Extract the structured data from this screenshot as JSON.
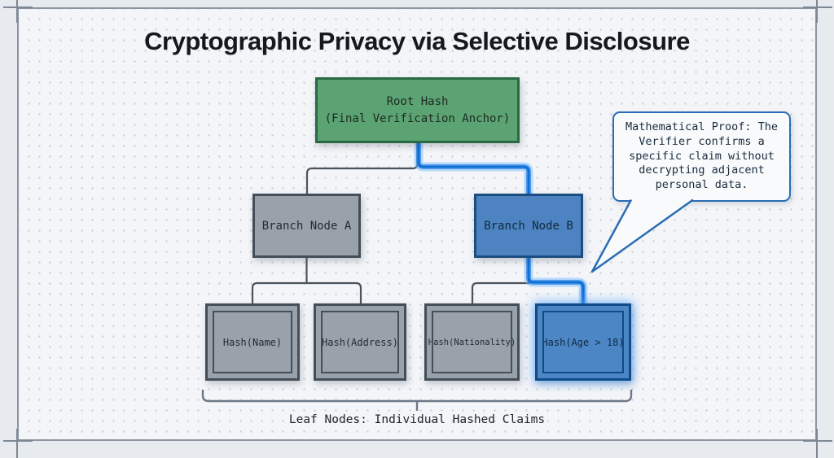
{
  "title": "Cryptographic Privacy via Selective Disclosure",
  "tree": {
    "root": {
      "line1": "Root Hash",
      "line2": "(Final Verification Anchor)"
    },
    "branch_a": "Branch Node A",
    "branch_b": "Branch Node B",
    "leaves": [
      "Hash(Name)",
      "Hash(Address)",
      "Hash(Nationality)",
      "Hash(Age > 18)"
    ]
  },
  "callout": "Mathematical Proof: The Verifier confirms a specific claim without decrypting adjacent personal data.",
  "bracket_label": "Leaf Nodes: Individual Hashed Claims",
  "colors": {
    "root_fill": "#5CA374",
    "root_border": "#2A6A42",
    "neutral_fill": "#99A1AB",
    "neutral_border": "#434E59",
    "highlight_fill": "#4C83C0",
    "highlight_border": "#1C4D80",
    "proof_path_core": "#0E6FD6",
    "proof_path_glow": "#7DB9FF",
    "callout_border": "#2A6CB3",
    "connector": "#4A545E",
    "background": "#F3F5F8"
  }
}
